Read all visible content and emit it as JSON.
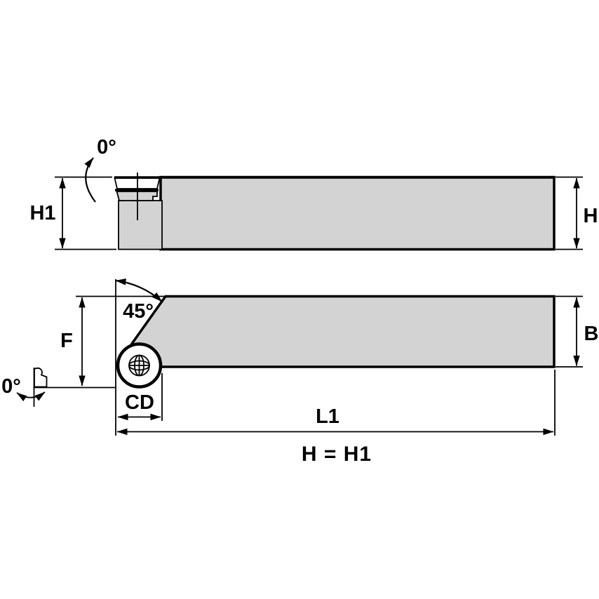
{
  "drawing_type": "tool-holder-technical-diagram",
  "colors": {
    "background": "#ffffff",
    "line_color": "#000000",
    "body_fill": "#d3d3d3",
    "insert_fill": "#ffffff"
  },
  "top_view": {
    "rake_angle_label": "0°",
    "height_left_label": "H1",
    "height_right_label": "H"
  },
  "bottom_view": {
    "corner_angle_label": "45°",
    "setback_label": "F",
    "lead_angle_label": "0°",
    "cutting_diameter_label": "CD",
    "shank_width_label": "B",
    "length_label": "L1"
  },
  "footer": {
    "note": "H = H1"
  }
}
